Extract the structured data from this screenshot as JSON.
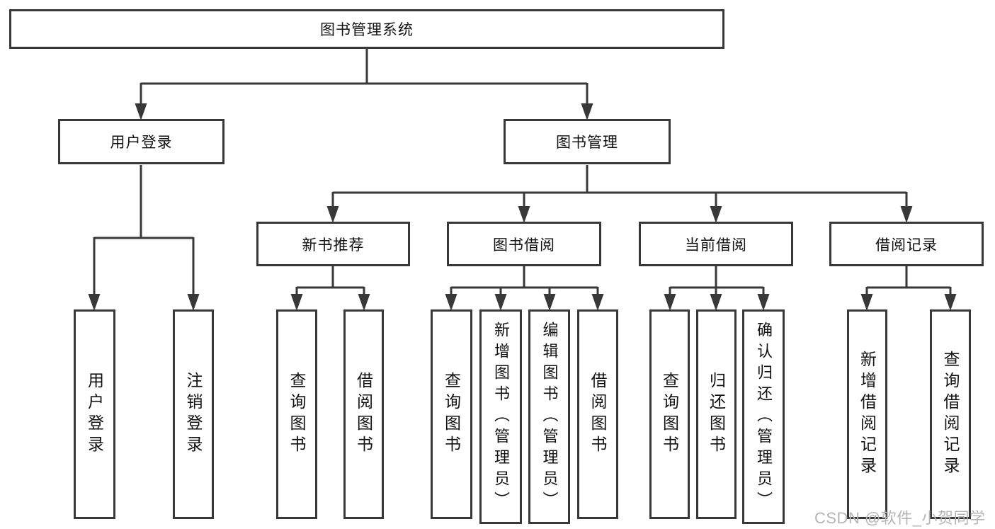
{
  "tree": {
    "label": "图书管理系统",
    "children": [
      {
        "label": "用户登录",
        "children": [
          {
            "label": "用户登录"
          },
          {
            "label": "注销登录"
          }
        ]
      },
      {
        "label": "图书管理",
        "children": [
          {
            "label": "新书推荐",
            "children": [
              {
                "label": "查询图书"
              },
              {
                "label": "借阅图书"
              }
            ]
          },
          {
            "label": "图书借阅",
            "children": [
              {
                "label": "查询图书"
              },
              {
                "label": "新增图书（管理员）"
              },
              {
                "label": "编辑图书（管理员）"
              },
              {
                "label": "借阅图书"
              }
            ]
          },
          {
            "label": "当前借阅",
            "children": [
              {
                "label": "查询图书"
              },
              {
                "label": "归还图书"
              },
              {
                "label": "确认归还（管理员）"
              }
            ]
          },
          {
            "label": "借阅记录",
            "children": [
              {
                "label": "新增借阅记录"
              },
              {
                "label": "查询借阅记录"
              }
            ]
          }
        ]
      }
    ]
  },
  "watermark": {
    "text": "CSDN @软件_小贺同学"
  },
  "colors": {
    "line": "#383838",
    "box_border": "#383838",
    "text": "#111111",
    "background": "#ffffff",
    "watermark": "#b5b5b5"
  }
}
